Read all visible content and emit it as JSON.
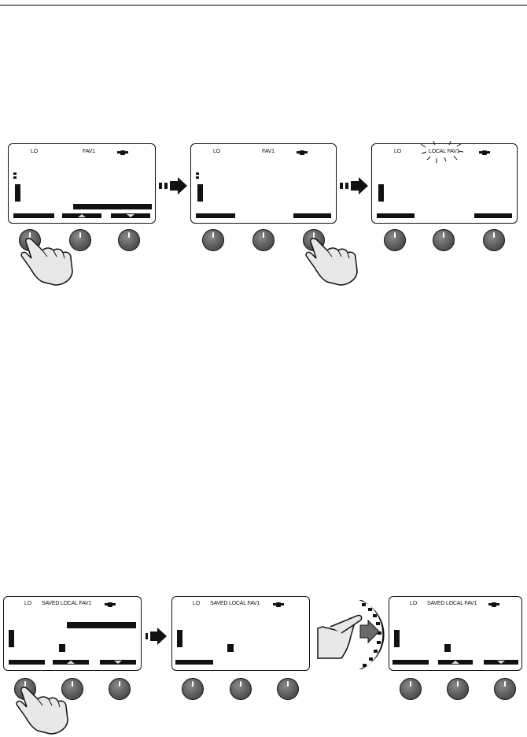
{
  "top_row": {
    "screen1": {
      "left": "LO",
      "center": "FAV1"
    },
    "screen2": {
      "left": "LO",
      "center": "FAV1"
    },
    "screen3": {
      "left": "LO",
      "center": "LOCAL  FAV1"
    }
  },
  "bottom_row": {
    "screen1": {
      "left": "LO",
      "center": "SAVED  LOCAL  FAV1"
    },
    "screen2": {
      "left": "LO",
      "center": "SAVED  LOCAL  FAV1"
    },
    "screen3": {
      "left": "LO",
      "center": "SAVED  LOCAL  FAV1"
    }
  },
  "icons": [
    "plug-icon",
    "pointing-hand-icon",
    "next-step-arrow-icon",
    "rotary-dial-icon"
  ]
}
